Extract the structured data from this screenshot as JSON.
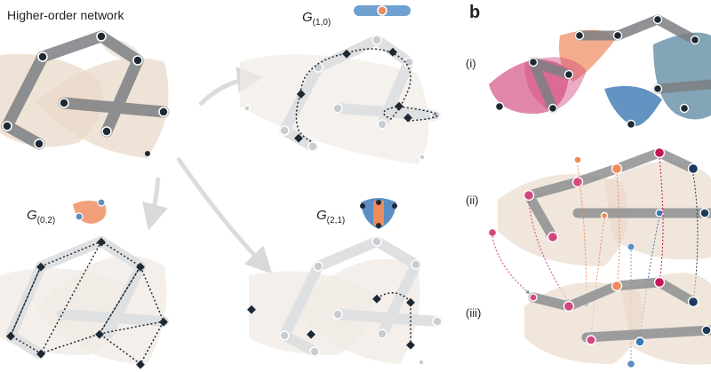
{
  "panel_a": {
    "title": "Higher-order network",
    "g10": {
      "base": "G",
      "sub": "(1,0)"
    },
    "g02": {
      "base": "G",
      "sub": "(0,2)"
    },
    "g21": {
      "base": "G",
      "sub": "(2,1)"
    }
  },
  "panel_b": {
    "label": "b",
    "row_i": "(i)",
    "row_ii": "(ii)",
    "row_iii": "(iii)"
  },
  "colors": {
    "tri_tan": "#e9d6c6",
    "edge_grey": "#8e9092",
    "node_dark": "#1e2933",
    "pink": "#d2477f",
    "orange": "#f08a5b",
    "blue": "#3c78b4",
    "slate": "#4f7f99",
    "light_grey": "#d7d9db"
  }
}
